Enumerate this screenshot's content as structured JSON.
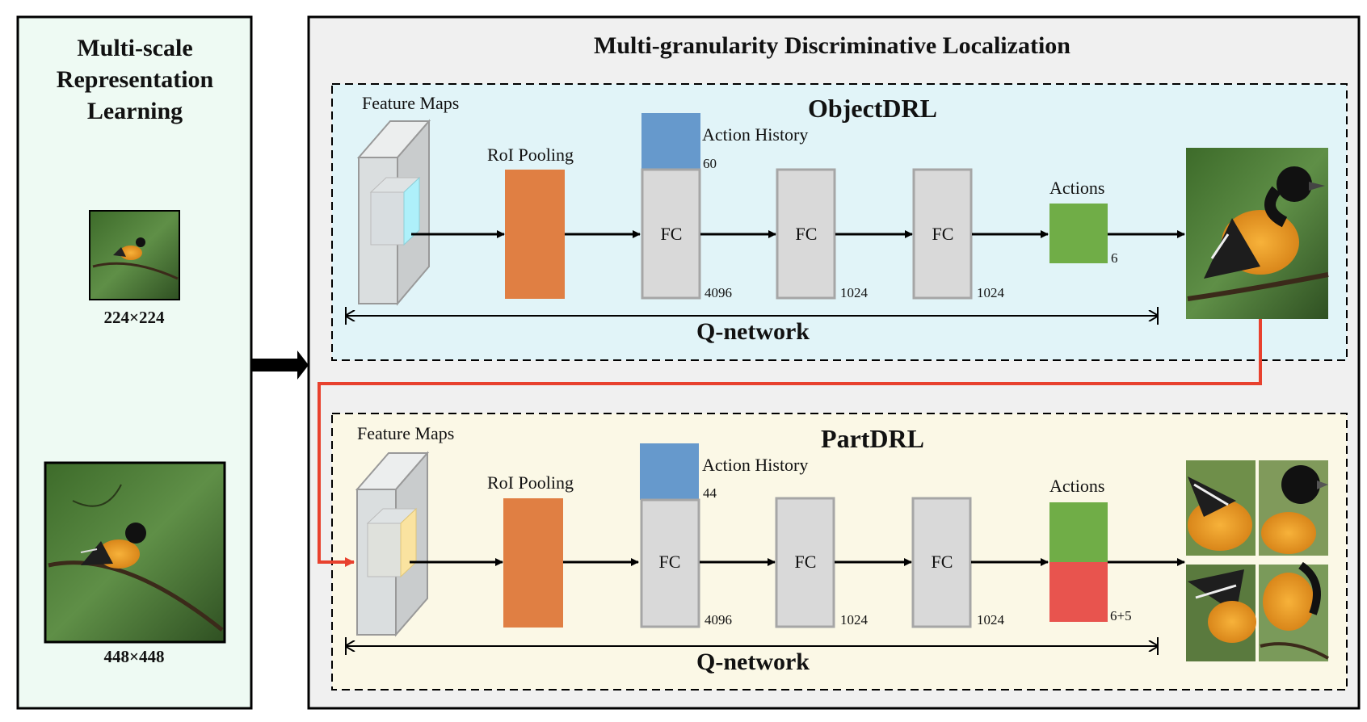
{
  "left_panel": {
    "title_lines": [
      "Multi-scale",
      "Representation",
      "Learning"
    ],
    "small_image_label": "224×224",
    "large_image_label": "448×448"
  },
  "right_panel": {
    "title": "Multi-granularity Discriminative Localization"
  },
  "object_drl": {
    "title": "ObjectDRL",
    "feature_maps_label": "Feature Maps",
    "roi_label": "RoI Pooling",
    "action_history_label": "Action History",
    "history_dim": "60",
    "fc_labels": [
      "FC",
      "FC",
      "FC"
    ],
    "fc_dims": [
      "4096",
      "1024",
      "1024"
    ],
    "actions_label": "Actions",
    "actions_dim": "6",
    "qnetwork_label": "Q-network"
  },
  "part_drl": {
    "title": "PartDRL",
    "feature_maps_label": "Feature Maps",
    "roi_label": "RoI Pooling",
    "action_history_label": "Action History",
    "history_dim": "44",
    "fc_labels": [
      "FC",
      "FC",
      "FC"
    ],
    "fc_dims": [
      "4096",
      "1024",
      "1024"
    ],
    "actions_label": "Actions",
    "actions_dim": "6+5",
    "qnetwork_label": "Q-network"
  },
  "colors": {
    "left_panel_bg": "#eefaf3",
    "right_panel_bg": "#f0f0f0",
    "object_bg": "#e1f4f8",
    "part_bg": "#fbf8e6",
    "roi": "#e07f43",
    "history": "#6699cc",
    "fc": "#d9d9d9",
    "actions_green": "#70ad47",
    "actions_red": "#e8544e",
    "red_link": "#e8412e",
    "object_slice": "#aef0fa",
    "part_slice": "#fae3a0"
  }
}
